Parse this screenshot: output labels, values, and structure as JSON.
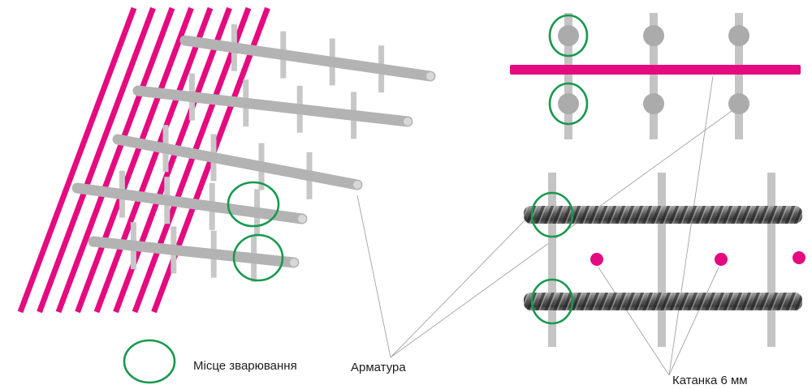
{
  "labels": {
    "welding_spot": "Місце зварювання",
    "rebar": "Арматура",
    "wire_rod": "Катанка 6 мм"
  },
  "colors": {
    "wire_rod_pink": "#e50a80",
    "weld_green": "#18994d",
    "bar_gray": "#c4c4c4",
    "rebar_gray": "#b3b3b3",
    "post_gray": "#c7c7c7",
    "section_circle_gray": "#ababab",
    "dark_rebar_gray": "#4a4a4a",
    "pointer_gray": "#a3a3a3",
    "text": "#1c1c1c",
    "background": "#ffffff"
  }
}
